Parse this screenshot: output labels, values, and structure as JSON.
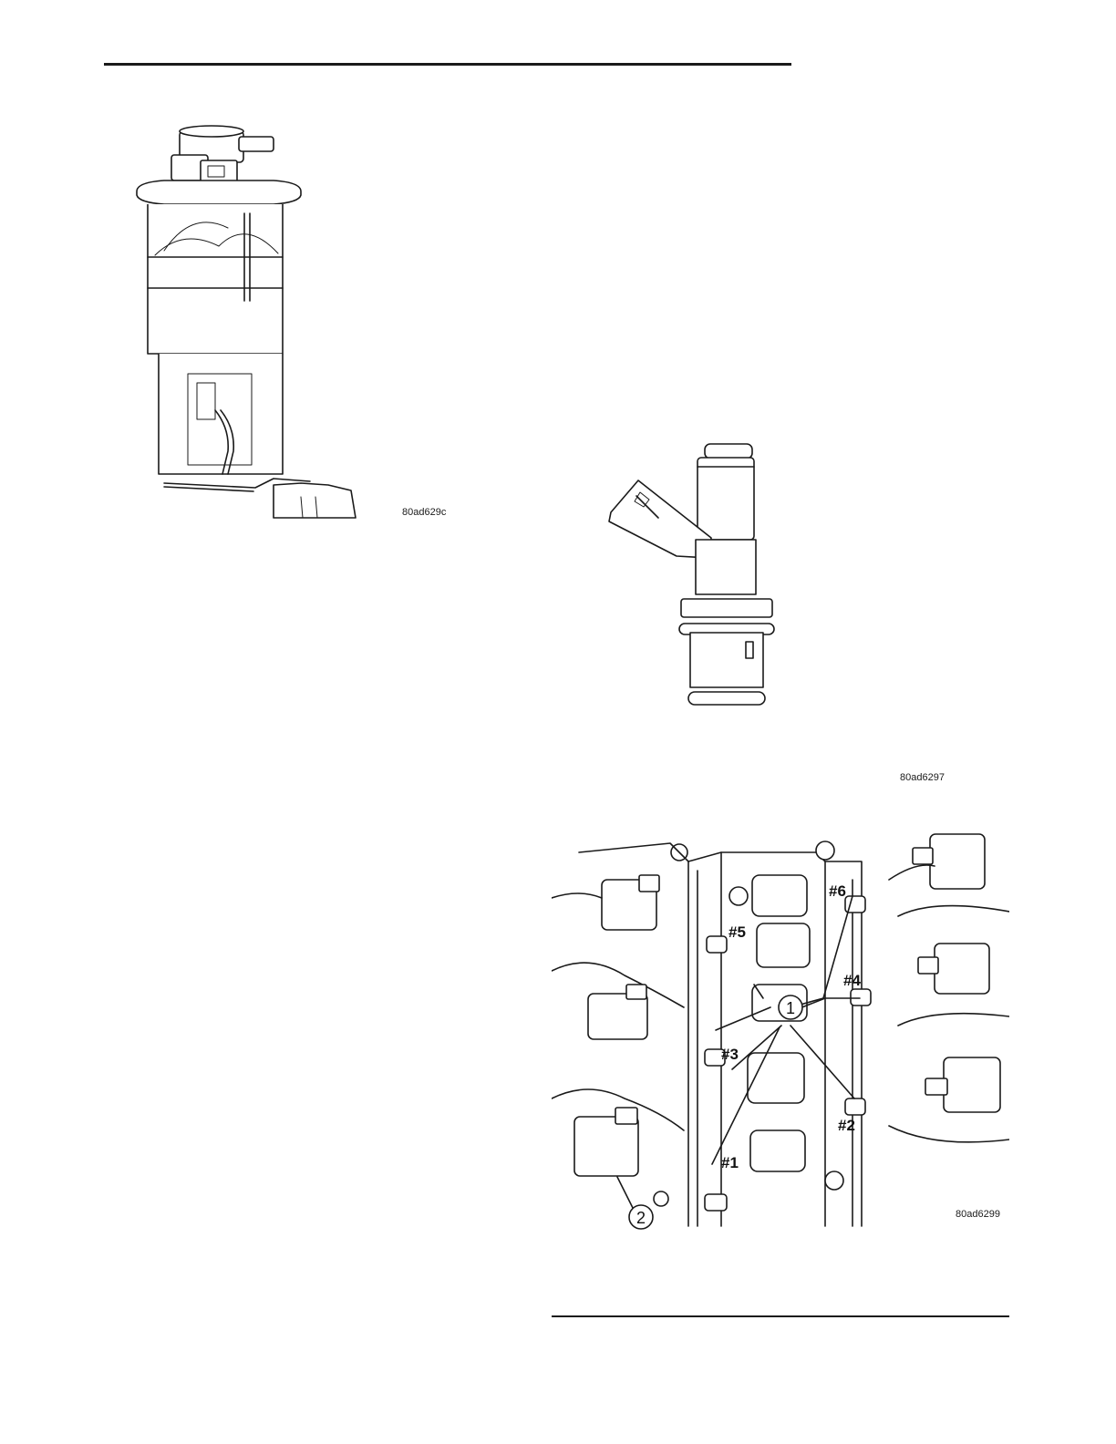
{
  "figures": {
    "fuel_pump_module": {
      "id": "80ad629c",
      "icon": "fuel-pump-module-illustration"
    },
    "fuel_injector": {
      "id": "80ad6297",
      "icon": "fuel-injector-illustration"
    },
    "injector_locations": {
      "id": "80ad6299",
      "icon": "intake-manifold-injector-locations-illustration",
      "callouts": [
        "1",
        "2"
      ],
      "labels": [
        "#1",
        "#2",
        "#3",
        "#4",
        "#5",
        "#6"
      ]
    }
  }
}
